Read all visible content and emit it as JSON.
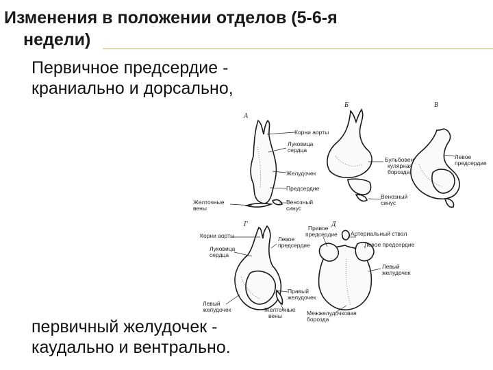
{
  "slide": {
    "title_line1": "Изменения в положении отделов (5-6-я",
    "title_line2": "недели)",
    "lead_line1": "Первичное предсердие -",
    "lead_line2": "краниально и дорсально,",
    "foot_line1": "первичный желудочек -",
    "foot_line2": "каудально и вентрально."
  },
  "figure": {
    "panel_letters": [
      "А",
      "Б",
      "В",
      "Г",
      "Д"
    ],
    "labels": {
      "a_korni_aorty": "Корни аорты",
      "a_lukovica_1": "Луковица",
      "a_lukovica_2": "сердца",
      "a_zheludochek": "Желудочек",
      "a_predserdie": "Предсердие",
      "a_zheltochnye_1": "Желточные",
      "a_zheltochnye_2": "вены",
      "a_venoznyi_1": "Венозный",
      "a_venoznyi_2": "синус",
      "b_bulbo_1": "Бульбовентри-",
      "b_bulbo_2": "кулярная",
      "b_bulbo_3": "борозда",
      "b_venoznyi_1": "Венозный",
      "b_venoznyi_2": "синус",
      "v_levoe_1": "Левое",
      "v_levoe_2": "предсердие",
      "g_korni_aorty": "Корни аорты",
      "g_lukovica_1": "Луковица",
      "g_lukovica_2": "сердца",
      "g_levoe_1": "Левое",
      "g_levoe_2": "предсердие",
      "g_levyi_1": "Левый",
      "g_levyi_2": "желудочек",
      "g_pravyi_1": "Правый",
      "g_pravyi_2": "желудочек",
      "g_zheltochnye_1": "Желточные",
      "g_zheltochnye_2": "вены",
      "d_pravoe_1": "Правое",
      "d_pravoe_2": "предсердие",
      "d_arterialnyi": "Артериальный ствол",
      "d_levoe": "Левое предсердие",
      "d_levyi_1": "Левый",
      "d_levyi_2": "желудочек",
      "d_mezh_1": "Межжелудочковая",
      "d_mezh_2": "борозда"
    }
  }
}
